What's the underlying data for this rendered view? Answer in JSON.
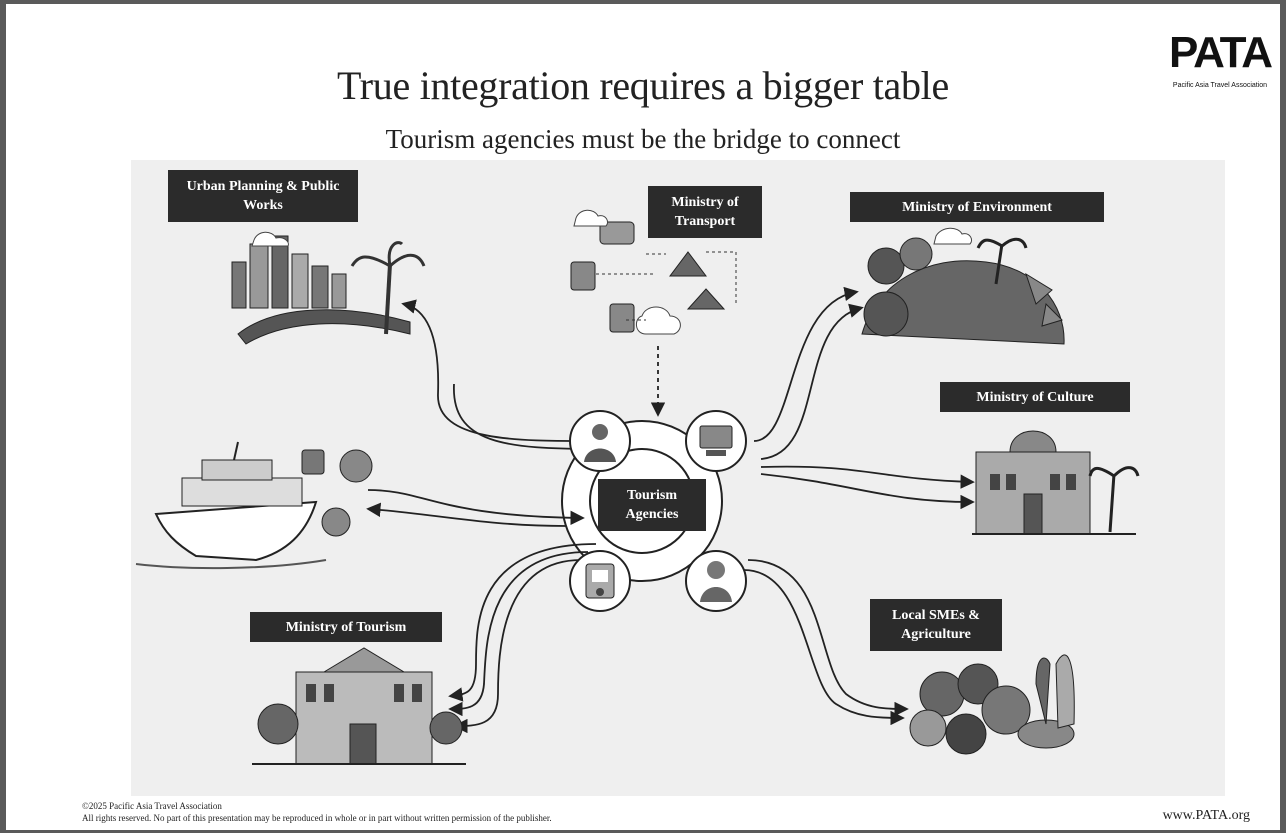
{
  "header": {
    "title": "True integration requires a bigger table",
    "subtitle": "Tourism agencies must be the bridge to connect"
  },
  "logo": {
    "word": "PATA",
    "tagline": "Pacific Asia Travel Association"
  },
  "nodes": {
    "center": "Tourism Agencies",
    "urban": "Urban Planning & Public Works",
    "transport": "Ministry of Transport",
    "environment": "Ministry of Environment",
    "culture": "Ministry of Culture",
    "tourism": "Ministry of Tourism",
    "smes": "Local SMEs & Agriculture"
  },
  "footer": {
    "copyright": "©2025 Pacific Asia Travel Association",
    "rights": "All rights reserved. No part of this presentation may be reproduced in whole or in part without written permission of the publisher.",
    "url": "www.PATA.org"
  },
  "colors": {
    "label_bg": "#2b2b2b",
    "panel_bg": "#efefef",
    "ink": "#222222"
  }
}
